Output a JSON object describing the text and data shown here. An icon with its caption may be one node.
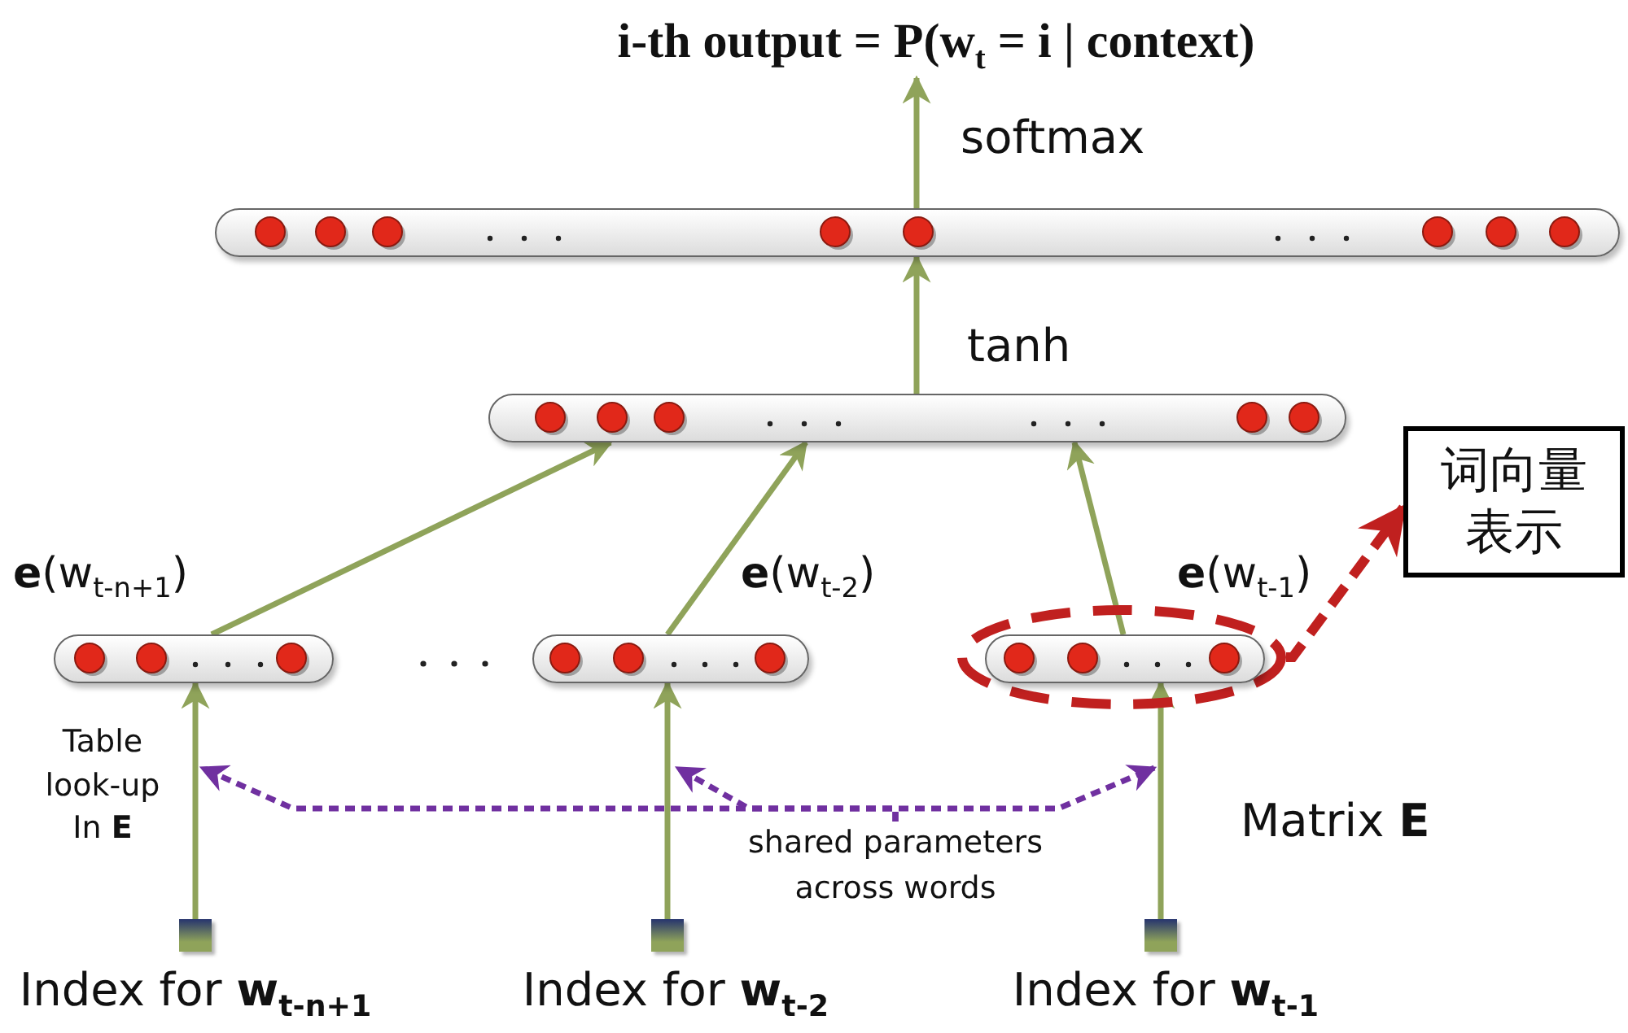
{
  "diagram": {
    "nodes": [
      {
        "text": [
          "i-th output = P(w$_{t}$ = i | context)"
        ]
      },
      {
        "text": [],
        "shape": "bar"
      },
      {
        "text": [],
        "shape": "bar"
      },
      {
        "text": [],
        "shape": "bar",
        "beside": [
          "**e**(w$_{t-n+1}$)"
        ]
      },
      {
        "text": [],
        "shape": "bar",
        "beside": [
          "**e**(w$_{t-2}$)"
        ]
      },
      {
        "text": [],
        "shape": "ellipse"
      },
      {
        "text": [],
        "shape": "bar",
        "beside": [
          "**e**(w$_{t-1}$)"
        ],
        "in": 5
      },
      {
        "text": [
          "词向量表示"
        ]
      },
      {
        "text": [],
        "shape": "box",
        "beside": [
          "Index for **w**$_{t-n+1}$"
        ]
      },
      {
        "text": [],
        "shape": "box",
        "beside": [
          "Index for **w**$_{t-2}$"
        ]
      },
      {
        "text": [],
        "shape": "box",
        "beside": [
          "Index for **w**$_{t-1}$"
        ]
      },
      {
        "text": [
          "shared parameters across words"
        ]
      }
    ],
    "edges": [
      {
        "from": 1,
        "to": 0,
        "arrow": "to",
        "label": "softmax"
      },
      {
        "from": 2,
        "to": 1,
        "arrow": "to",
        "label": "tanh"
      },
      {
        "from": 3,
        "to": 2,
        "arrow": "to"
      },
      {
        "from": 4,
        "to": 2,
        "arrow": "to"
      },
      {
        "from": 6,
        "to": 2,
        "arrow": "to"
      },
      {
        "from": 5,
        "to": 7,
        "arrow": "to",
        "style": "dashed",
        "color": "#c0201f"
      },
      {
        "from": 8,
        "to": 3,
        "arrow": "to"
      },
      {
        "from": 9,
        "to": 4,
        "arrow": "to"
      },
      {
        "from": 10,
        "to": 6,
        "arrow": "to"
      },
      {
        "from": 11,
        "to": null,
        "arrow": "to",
        "style": "dashed",
        "color": "#7030a0"
      },
      {
        "from": 11,
        "to": null,
        "arrow": "to",
        "style": "dashed",
        "color": "#7030a0"
      },
      {
        "from": 11,
        "to": null,
        "arrow": "to",
        "style": "dashed",
        "color": "#7030a0"
      }
    ],
    "labels": [
      "Table look-up In **E**",
      "Matrix **E**"
    ]
  }
}
